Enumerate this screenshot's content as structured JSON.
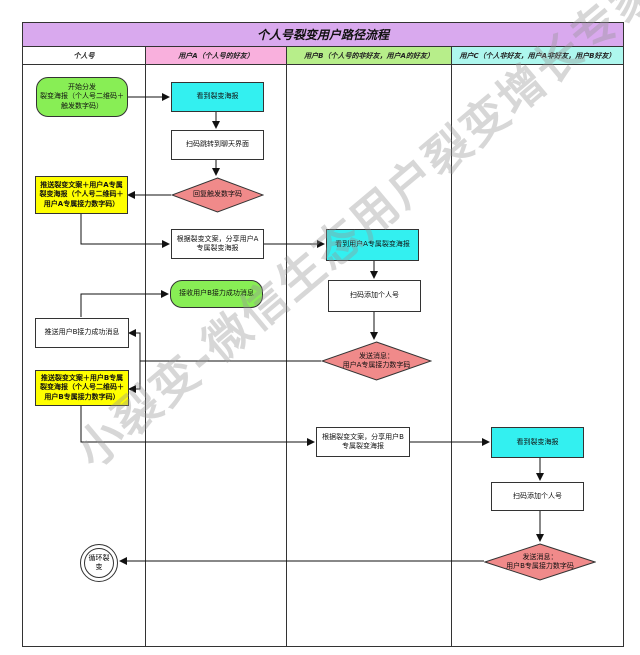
{
  "title": "个人号裂变用户路径流程",
  "lanes": {
    "l1": "个人号",
    "l2": "用户A（个人号的好友）",
    "l3": "用户B（个人号的非好友，用户A的好友）",
    "l4": "用户C（个人非好友，用户A非好友，用户B好友）"
  },
  "nodes": {
    "start": "开始分发\n裂变海报（个人号二维码＋触发数字码）",
    "a_see_poster": "看到裂变海报",
    "a_scan": "扫码跳转到聊天界面",
    "a_reply_code": "回复触发数字码",
    "push_a": "推送裂变文案＋用户A专属裂变海报（个人号二维码＋用户A专属接力数字码）",
    "a_share": "根据裂变文案，分享用户A专属裂变海报",
    "b_see_poster": "看到用户A专属裂变海报",
    "receive_b_success": "接收用户B接力成功消息",
    "b_scan_add": "扫码添加个人号",
    "push_b_success": "推送用户B接力成功消息",
    "b_send_msg": "发送消息：\n用户A专属接力数字码",
    "push_b": "推送裂变文案＋用户B专属裂变海报（个人号二维码＋用户B专属接力数字码）",
    "b_share": "根据裂变文案，分享用户B专属裂变海报",
    "c_see_poster": "看到裂变海报",
    "c_scan_add": "扫码添加个人号",
    "loop": "循环裂变",
    "c_send_msg": "发送消息：\n用户B专属接力数字码"
  },
  "watermark": "小裂变-微信生态用户裂变增长专家",
  "colors": {
    "title_bg": "#d9a9ee",
    "lane1": "#ffffff",
    "lane2": "#f9b0dd",
    "lane3": "#b7ee8a",
    "lane4": "#aef7ee",
    "cyan": "#33f0f0",
    "yellow": "#ffff00",
    "green": "#88ee55",
    "diamond": "#f08a8a"
  }
}
